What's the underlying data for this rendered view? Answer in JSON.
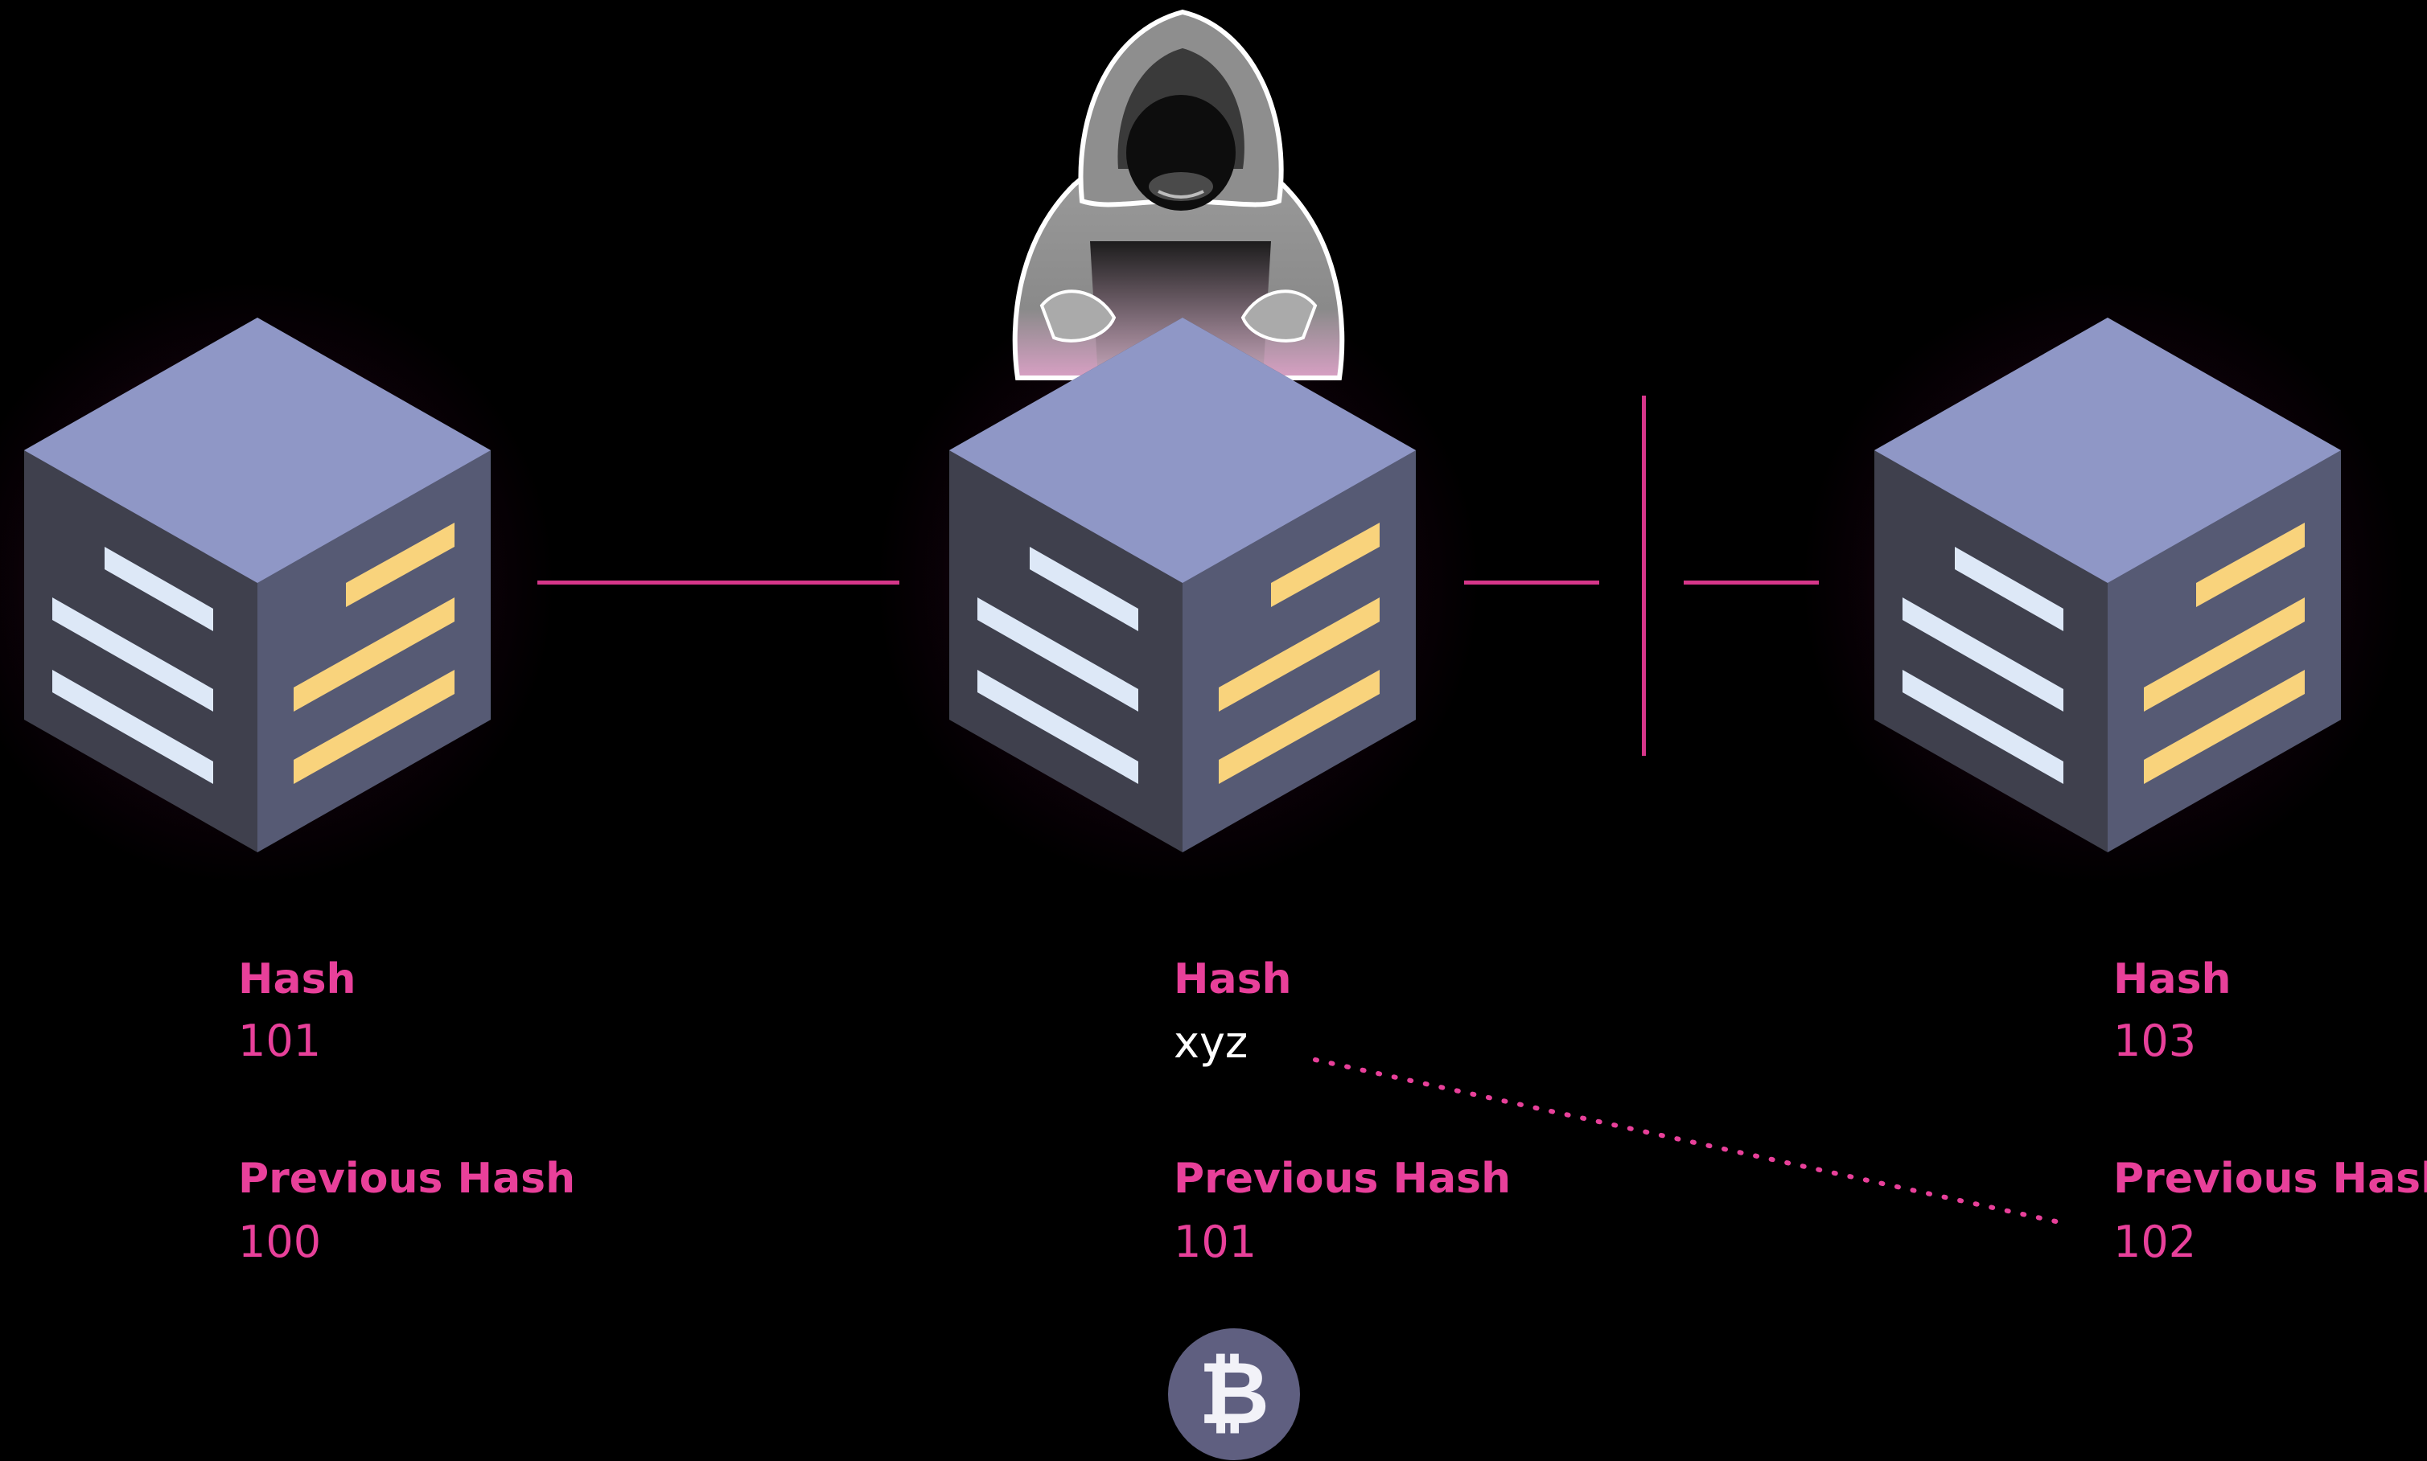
{
  "blocks": [
    {
      "hash_label": "Hash",
      "hash_value": "101",
      "prev_label": "Previous Hash",
      "prev_value": "100"
    },
    {
      "hash_label": "Hash",
      "hash_value": "xyz",
      "prev_label": "Previous Hash",
      "prev_value": "101"
    },
    {
      "hash_label": "Hash",
      "hash_value": "103",
      "prev_label": "Previous Hash",
      "prev_value": "102"
    }
  ],
  "bitcoin": {
    "icon": "bitcoin-icon",
    "glyph": "₿"
  },
  "colors": {
    "background": "#000000",
    "accent_pink": "#e8409a",
    "link_line": "#d6368a",
    "cube_top": "#8f97c6",
    "cube_left": "#3f404d",
    "cube_right": "#565a74",
    "stripe_light": "#dde8f7",
    "stripe_yellow": "#f9d37c",
    "tampered_text": "#ffffff"
  }
}
